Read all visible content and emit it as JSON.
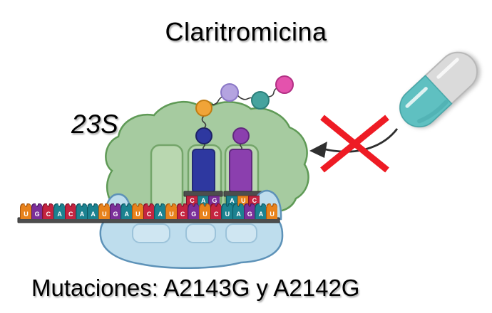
{
  "title": "Claritromicina",
  "ribosome": {
    "subunit_label": "23S"
  },
  "caption": "Mutaciones: A2143G y A2142G",
  "palette": {
    "teal": {
      "fill": "#1c8290",
      "border": "#0e5863"
    },
    "orange": {
      "fill": "#e8821c",
      "border": "#a7560e"
    },
    "purple": {
      "fill": "#7b2f99",
      "border": "#4e1b64"
    },
    "red": {
      "fill": "#c42440",
      "border": "#811229"
    }
  },
  "mrna": {
    "tiles": [
      {
        "letter": "U",
        "color": "orange"
      },
      {
        "letter": "G",
        "color": "purple"
      },
      {
        "letter": "C",
        "color": "red"
      },
      {
        "letter": "A",
        "color": "teal"
      },
      {
        "letter": "C",
        "color": "red"
      },
      {
        "letter": "A",
        "color": "teal"
      },
      {
        "letter": "A",
        "color": "teal"
      },
      {
        "letter": "U",
        "color": "orange"
      },
      {
        "letter": "G",
        "color": "purple"
      },
      {
        "letter": "A",
        "color": "teal"
      },
      {
        "letter": "U",
        "color": "orange"
      },
      {
        "letter": "C",
        "color": "red"
      },
      {
        "letter": "A",
        "color": "teal"
      },
      {
        "letter": "U",
        "color": "orange"
      },
      {
        "letter": "C",
        "color": "red"
      },
      {
        "letter": "G",
        "color": "purple"
      },
      {
        "letter": "U",
        "color": "orange"
      },
      {
        "letter": "C",
        "color": "red"
      },
      {
        "letter": "U",
        "color": "teal"
      },
      {
        "letter": "A",
        "color": "teal"
      },
      {
        "letter": "G",
        "color": "purple"
      },
      {
        "letter": "A",
        "color": "teal"
      },
      {
        "letter": "U",
        "color": "orange"
      }
    ]
  },
  "trnas": [
    {
      "site": "P",
      "anticodon": [
        {
          "letter": "C",
          "color": "red"
        },
        {
          "letter": "A",
          "color": "teal"
        },
        {
          "letter": "G",
          "color": "purple"
        }
      ]
    },
    {
      "site": "A",
      "anticodon": [
        {
          "letter": "A",
          "color": "teal"
        },
        {
          "letter": "U",
          "color": "orange"
        },
        {
          "letter": "C",
          "color": "red"
        }
      ]
    }
  ],
  "colors": {
    "large_subunit_fill": "#a6cba0",
    "large_subunit_stroke": "#5f9a56",
    "site_fill": "#b9d7b0",
    "site_stroke": "#74a56a",
    "trna_p_fill": "#2e38a0",
    "trna_p_rect_stroke": "#232a78",
    "trna_p_circle_stroke": "#1d2166",
    "trna_a_fill": "#8b3fae",
    "trna_a_rect_stroke": "#61297e",
    "trna_a_circle_stroke": "#61297e",
    "trna_bar": "#4d4d4d",
    "mrna_bar": "#4d4d4d",
    "peptide_chain": [
      {
        "fill": "#f0a438",
        "stroke": "#c17c12"
      },
      {
        "fill": "#b4a3e0",
        "stroke": "#8a77c6"
      },
      {
        "fill": "#45a39e",
        "stroke": "#2c7f7a"
      },
      {
        "fill": "#e452ad",
        "stroke": "#b23084"
      }
    ],
    "small_subunit_fill": "#bedded",
    "small_subunit_stroke": "#5d92b8",
    "small_site_fill": "#cfe6f2",
    "small_site_stroke": "#9cc3da",
    "capsule_teal": "#5fc0c1",
    "capsule_teal_stroke": "#43a5a7",
    "capsule_gray": "#dadada",
    "capsule_gray_stroke": "#b7b7b7",
    "squiggle": "#3a3a3a",
    "arrow": "#2f2f2f",
    "cross": "#ee1b24"
  }
}
